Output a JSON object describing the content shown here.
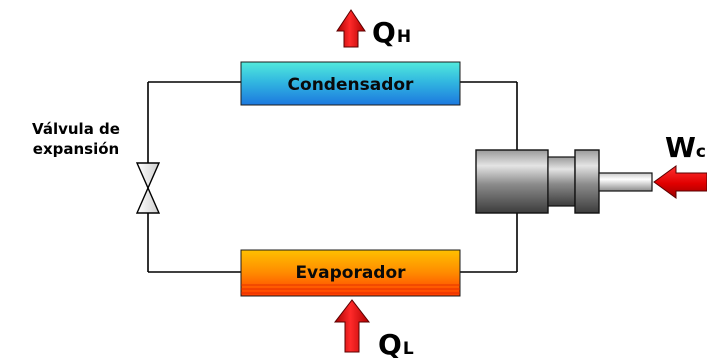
{
  "boxes": {
    "condenser": {
      "label": "Condensador"
    },
    "evaporator": {
      "label": "Evaporador"
    }
  },
  "valve": {
    "label_line1": "Válvula de",
    "label_line2": "expansión"
  },
  "heat_out": {
    "symbol": "Q",
    "subscript": "H"
  },
  "heat_in": {
    "symbol": "Q",
    "subscript": "L"
  },
  "work_in": {
    "symbol": "W",
    "subscript": "c"
  },
  "colors": {
    "background": "#ffffff",
    "pipe": "#000000",
    "arrow": "#e8121b",
    "condenser_top": "#47e0d3",
    "condenser_bottom": "#1e7fe0",
    "evaporator_top": "#ffb300",
    "evaporator_bottom": "#ff4a00",
    "compressor_body": "#5a5a5a"
  }
}
